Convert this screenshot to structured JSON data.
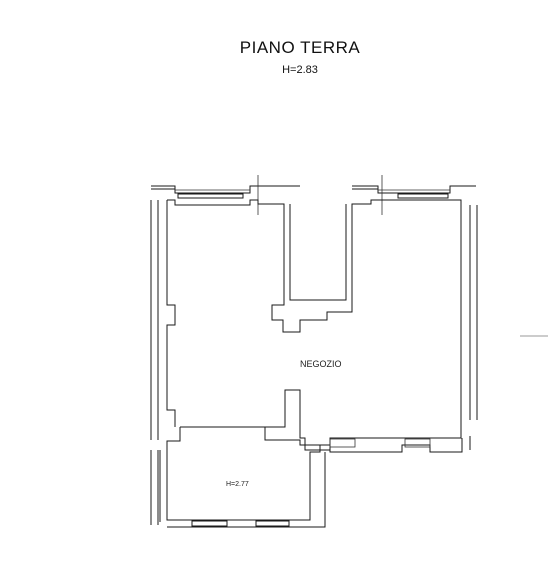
{
  "header": {
    "title": "PIANO TERRA",
    "subtitle": "H=2.83"
  },
  "rooms": {
    "main_label": "NEGOZIO",
    "secondary_height": "H=2.77"
  }
}
